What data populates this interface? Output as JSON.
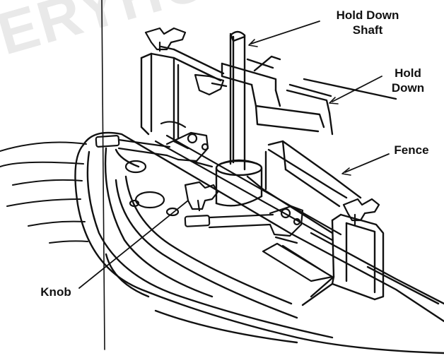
{
  "labels": {
    "hold_down_shaft": [
      "Hold Down",
      "Shaft"
    ],
    "hold_down": [
      "Hold",
      "Down"
    ],
    "fence": "Fence",
    "knob": "Knob"
  },
  "watermark": "ERYHO",
  "colors": {
    "ink": "#111111",
    "paper": "#ffffff",
    "watermark": "#e9e9e9"
  }
}
